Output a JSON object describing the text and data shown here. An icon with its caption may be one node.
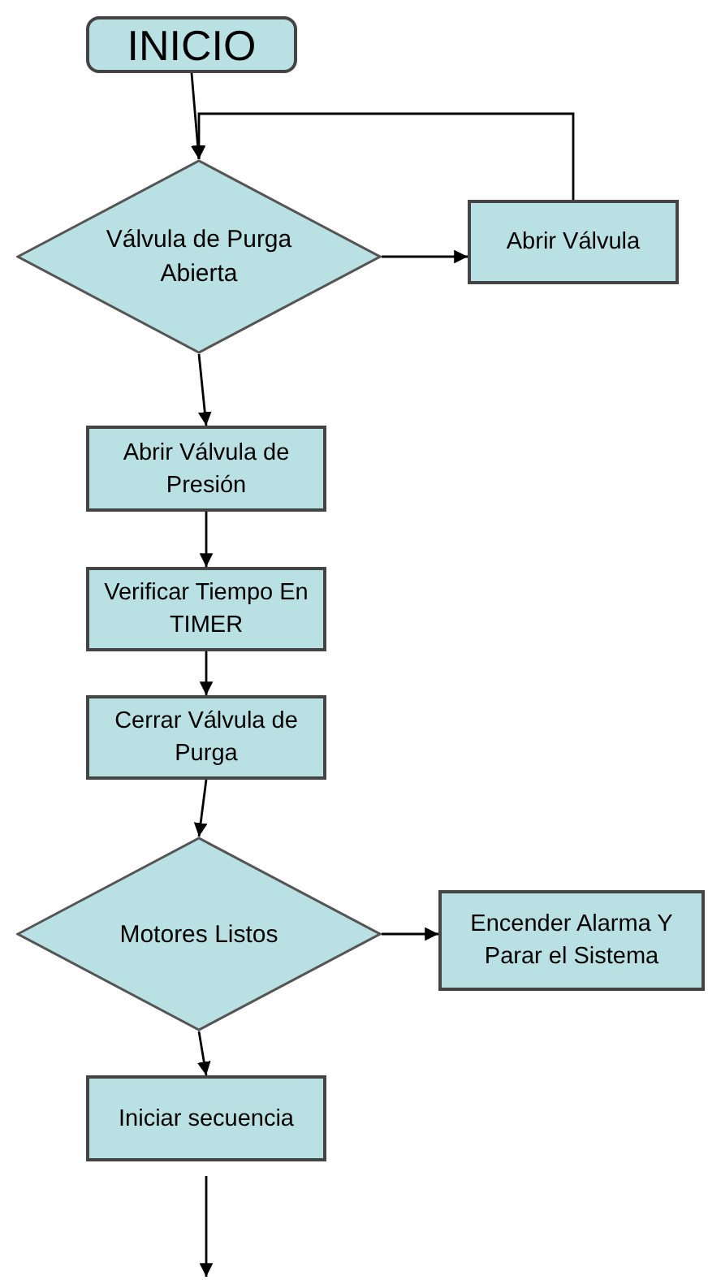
{
  "diagram": {
    "nodes": [
      {
        "text": [
          "INICIO"
        ]
      },
      {
        "text": [
          "Válvula de Purga Abierta"
        ]
      },
      {
        "text": [
          "Abrir Válvula"
        ]
      },
      {
        "text": [
          "Abrir Válvula de Presión"
        ]
      },
      {
        "text": [
          "Verificar Tiempo En TIMER"
        ]
      },
      {
        "text": [
          "Cerrar Válvula de Purga"
        ]
      },
      {
        "text": [
          "Motores Listos"
        ]
      },
      {
        "text": [
          "Encender Alarma Y Parar el Sistema"
        ]
      },
      {
        "text": [
          "Iniciar secuencia"
        ]
      }
    ],
    "edges": [
      {
        "from": 0,
        "to": 1,
        "arrow": "to"
      },
      {
        "from": 1,
        "to": 2,
        "arrow": "to"
      },
      {
        "from": 2,
        "to": 1,
        "arrow": "to"
      },
      {
        "from": 1,
        "to": 3,
        "arrow": "to"
      },
      {
        "from": 3,
        "to": 4,
        "arrow": "to"
      },
      {
        "from": 4,
        "to": 5,
        "arrow": "to"
      },
      {
        "from": 5,
        "to": 6,
        "arrow": "to"
      },
      {
        "from": 6,
        "to": 7,
        "arrow": "to"
      },
      {
        "from": 6,
        "to": 8,
        "arrow": "to"
      },
      {
        "from": 8,
        "to": null,
        "arrow": "to"
      }
    ]
  }
}
